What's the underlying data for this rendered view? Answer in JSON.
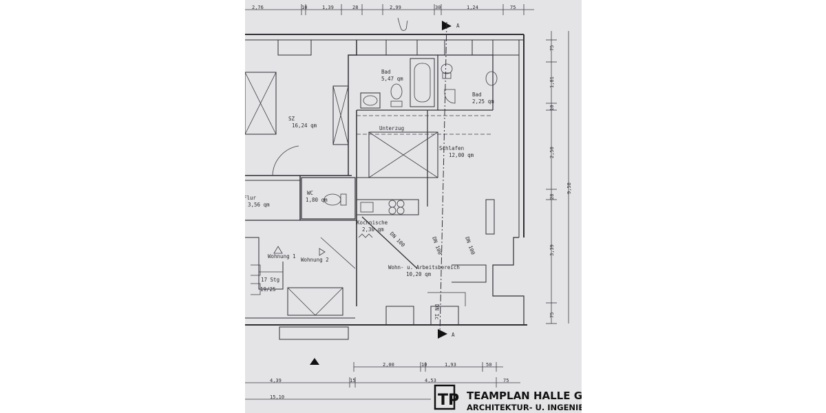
{
  "top_dims": [
    "2,76",
    "10",
    "1,39",
    "28",
    "2,99",
    "30",
    "1,24",
    "75"
  ],
  "right_dims": [
    "75",
    "1,81",
    "10",
    "2,50",
    "28",
    "3,39",
    "75",
    "9,58"
  ],
  "bottom_dims_row1": [
    "2,00",
    "10",
    "1,93",
    "50"
  ],
  "bottom_dims_row2": [
    "4,39",
    "15",
    "4,53",
    "75"
  ],
  "bottom_dims_row3": [
    "15,10"
  ],
  "section_marks": [
    "A",
    "A"
  ],
  "rooms": {
    "bad_big": {
      "name": "Bad",
      "area": "5,47 qm"
    },
    "bad_small": {
      "name": "Bad",
      "area": "2,25 qm"
    },
    "sz": {
      "name": "SZ",
      "area": "16,24 qm"
    },
    "unterzug": "Unterzug",
    "schlafen": {
      "name": "Schlafen",
      "area": "12,00 qm"
    },
    "wc": {
      "name": "WC",
      "area": "1,80 qm"
    },
    "flur": {
      "name": "Flur",
      "area": "3,56 qm"
    },
    "kochnische": {
      "name": "Kochnische",
      "area": "2,30 qm"
    },
    "wohnen": {
      "name": "Wohn- u. Arbeitsbereich",
      "area": "10,20 qm"
    },
    "wohnung1": "Wohnung 1",
    "wohnung2": "Wohnung 2"
  },
  "stairs": {
    "line1": "17 Stg",
    "line2": "19/25"
  },
  "handwritten": [
    "DN 100",
    "DN 100",
    "DN 100",
    "DN 1c"
  ],
  "company": {
    "logo_letters": "TP",
    "name": "TEAMPLAN HALLE G",
    "subtitle": "ARCHITEKTUR- U. INGENIEUR"
  }
}
